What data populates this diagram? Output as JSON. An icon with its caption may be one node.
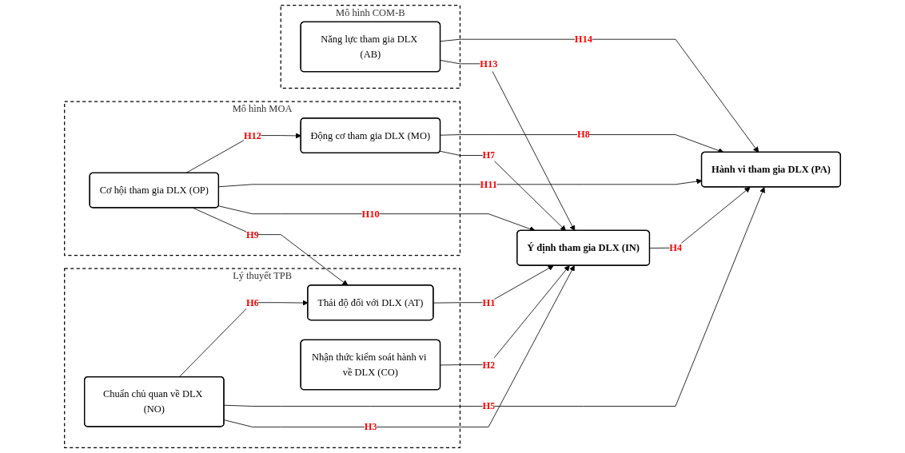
{
  "diagram": {
    "nodes": [
      {
        "text": [
          "Lý thuyết TPB"
        ]
      },
      {
        "text": [
          "Nhận thức kiểm soát hành vi về DLX (CO)"
        ],
        "in": 0
      },
      {
        "text": [
          "Thái độ đối với DLX (AT)"
        ],
        "in": 0
      },
      {
        "text": [
          "Chuẩn chủ quan về DLX (NO)"
        ],
        "in": 0
      },
      {
        "text": [
          "Mô hình MOA"
        ]
      },
      {
        "text": [
          "Động cơ tham gia DLX (MO)"
        ],
        "in": 4
      },
      {
        "text": [
          "Cơ hội tham gia DLX (OP)"
        ],
        "in": 4
      },
      {
        "text": [
          "Mô hình COM-B"
        ]
      },
      {
        "text": [
          "Năng lực tham gia DLX (AB)"
        ],
        "in": 7
      },
      {
        "text": [
          "Ý định tham gia DLX (IN)"
        ]
      },
      {
        "text": [
          "Hành vi tham gia DLX (PA)"
        ]
      }
    ],
    "edges": [
      {
        "from": 2,
        "to": 9,
        "arrow": "to",
        "label": "H1"
      },
      {
        "from": 1,
        "to": 9,
        "arrow": "to",
        "label": "H2"
      },
      {
        "from": 3,
        "to": 9,
        "arrow": "to",
        "label": "H3"
      },
      {
        "from": 9,
        "to": 10,
        "arrow": "to",
        "label": "H4"
      },
      {
        "from": 3,
        "to": 10,
        "arrow": "to",
        "label": "H5"
      },
      {
        "from": 3,
        "to": 2,
        "arrow": "to",
        "label": "H6"
      },
      {
        "from": 5,
        "to": 9,
        "arrow": "to",
        "label": "H7"
      },
      {
        "from": 5,
        "to": 10,
        "arrow": "to",
        "label": "H8"
      },
      {
        "from": 6,
        "to": 2,
        "arrow": "to",
        "label": "H9"
      },
      {
        "from": 6,
        "to": 9,
        "arrow": "to",
        "label": "H10"
      },
      {
        "from": 6,
        "to": 10,
        "arrow": "to",
        "label": "H11"
      },
      {
        "from": 6,
        "to": 5,
        "arrow": "to",
        "label": "H12"
      },
      {
        "from": 8,
        "to": 9,
        "arrow": "to",
        "label": "H13"
      },
      {
        "from": 8,
        "to": 10,
        "arrow": "to",
        "label": "H14"
      }
    ]
  }
}
